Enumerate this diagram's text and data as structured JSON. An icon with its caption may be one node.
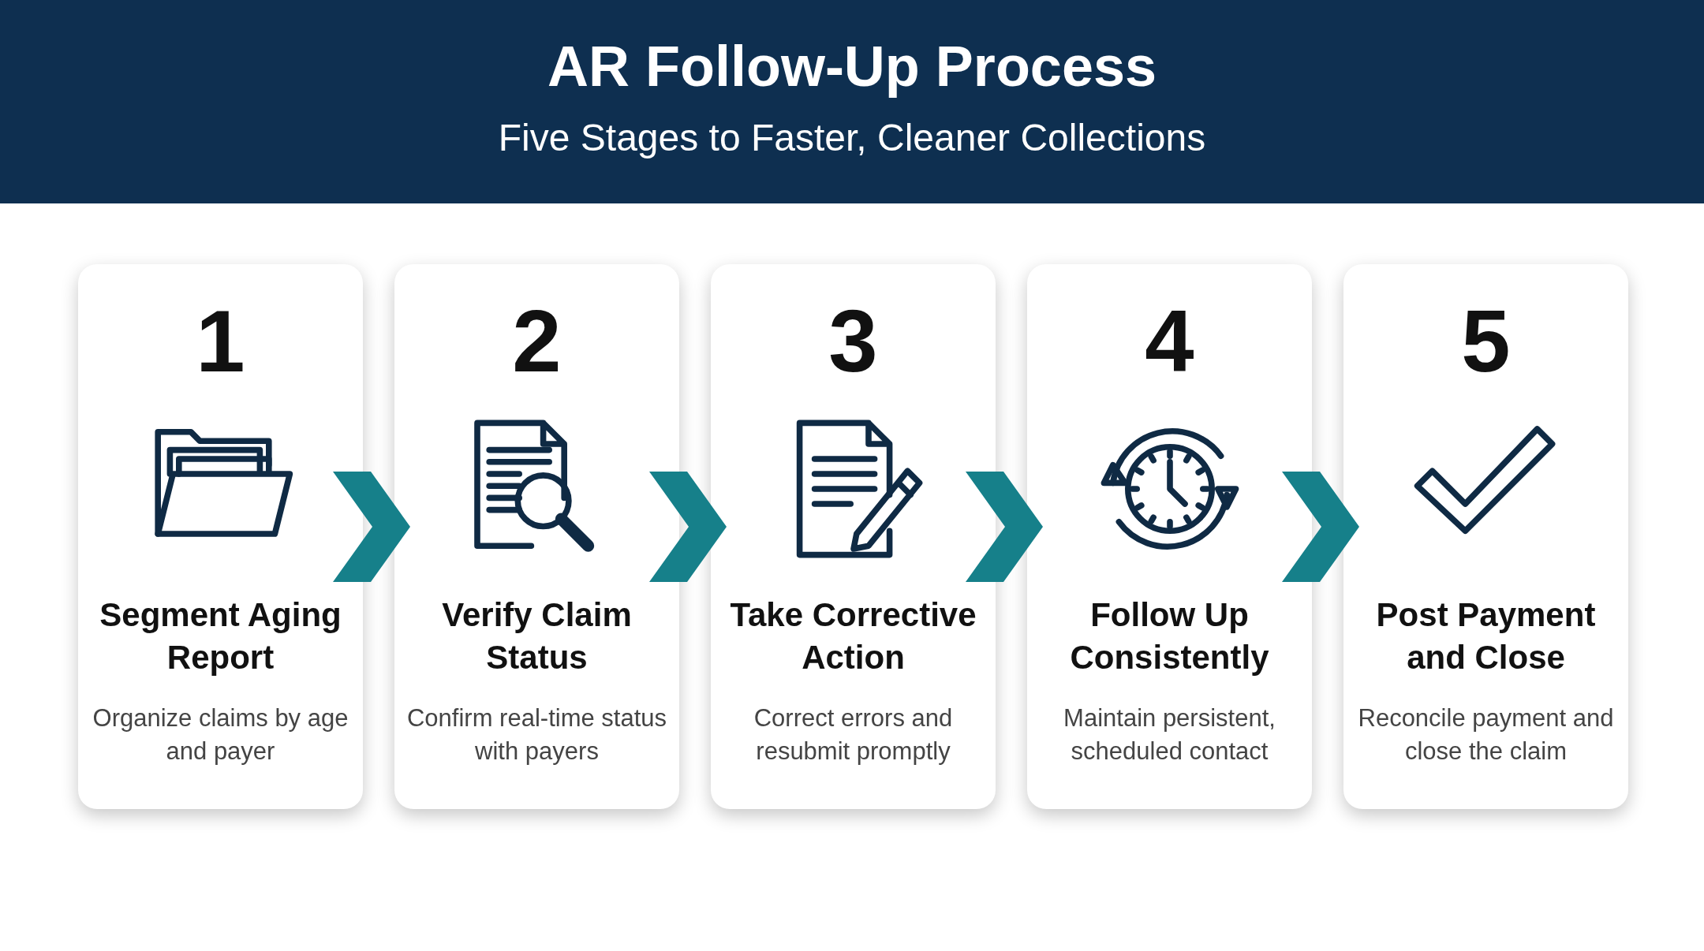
{
  "diagram": {
    "title": "AR Follow-Up Process",
    "caption": "Five Stages to Faster, Cleaner Collections",
    "nodes": [
      {
        "text": [
          "1",
          "Segment Aging Report",
          "Organize claims by age and payer"
        ]
      },
      {
        "text": [
          "2",
          "Verify Claim Status",
          "Confirm real-time status with payers"
        ]
      },
      {
        "text": [
          "3",
          "Take Corrective Action",
          "Correct errors and resubmit promptly"
        ]
      },
      {
        "text": [
          "4",
          "Follow Up Consistently",
          "Maintain persistent, scheduled contact"
        ]
      },
      {
        "text": [
          "5",
          "Post Payment and Close",
          "Reconcile payment and close the claim"
        ]
      }
    ],
    "edges": [
      {
        "from": 0,
        "to": 1,
        "arrow": "to"
      },
      {
        "from": 1,
        "to": 2,
        "arrow": "to"
      },
      {
        "from": 2,
        "to": 3,
        "arrow": "to"
      },
      {
        "from": 3,
        "to": 4,
        "arrow": "to"
      }
    ]
  }
}
